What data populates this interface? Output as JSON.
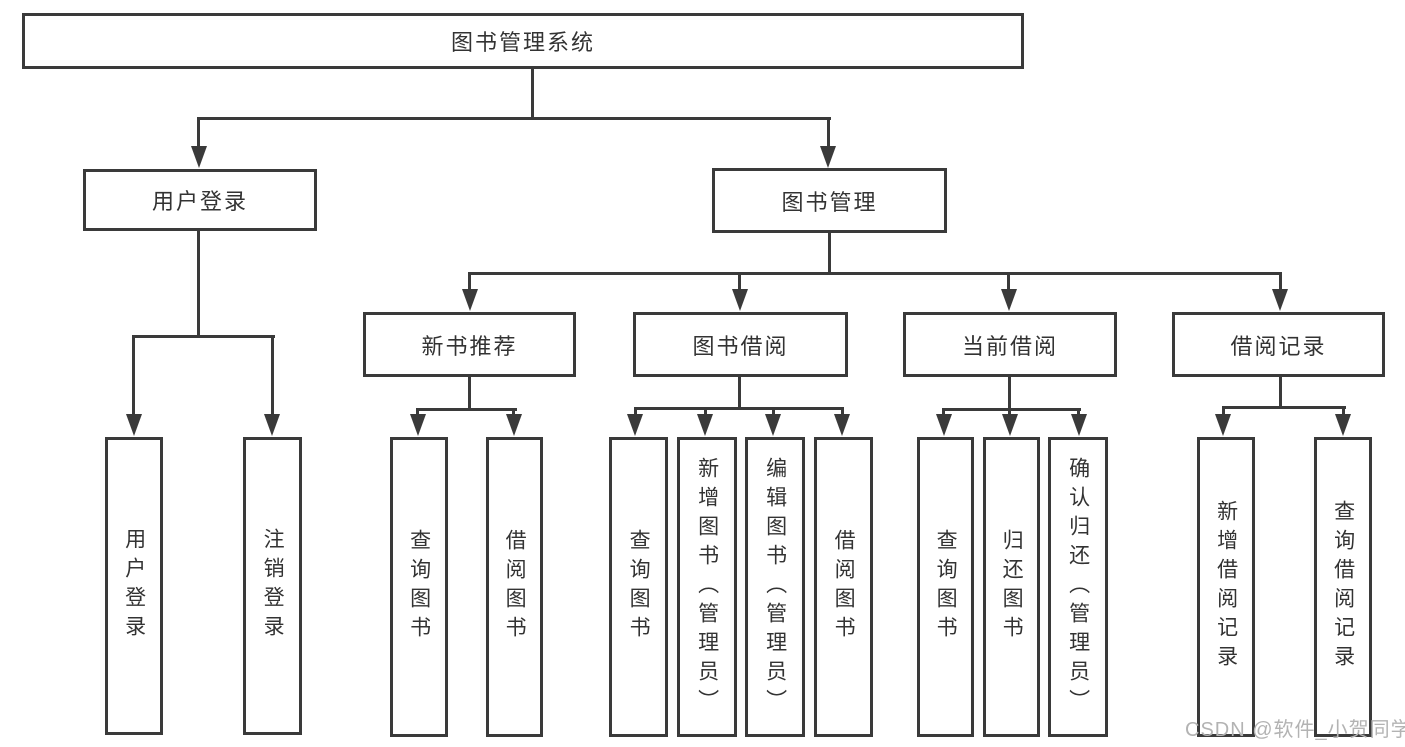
{
  "tree": {
    "root": "图书管理系统",
    "branches": [
      {
        "label": "用户登录",
        "leaves": [
          "用户登录",
          "注销登录"
        ]
      },
      {
        "label": "图书管理",
        "sections": [
          {
            "label": "新书推荐",
            "leaves": [
              "查询图书",
              "借阅图书"
            ]
          },
          {
            "label": "图书借阅",
            "leaves": [
              "查询图书",
              "新增图书（管理员）",
              "编辑图书（管理员）",
              "借阅图书"
            ]
          },
          {
            "label": "当前借阅",
            "leaves": [
              "查询图书",
              "归还图书",
              "确认归还（管理员）"
            ]
          },
          {
            "label": "借阅记录",
            "leaves": [
              "新增借阅记录",
              "查询借阅记录"
            ]
          }
        ]
      }
    ]
  },
  "watermark": "CSDN @软件_小贺同学",
  "colors": {
    "line": "#3a3a3a",
    "text": "#333333",
    "watermark": "#b3b3b3",
    "background": "#ffffff"
  }
}
